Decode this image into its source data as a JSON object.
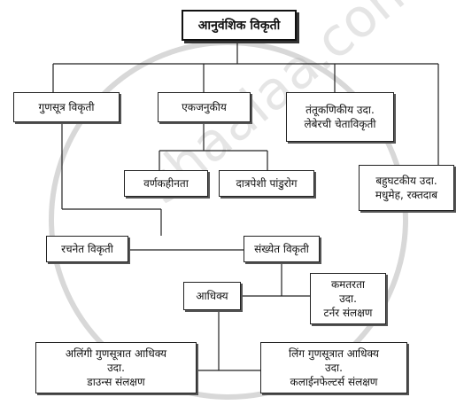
{
  "diagram": {
    "root": "आनुवंशिक विकृती",
    "level1": {
      "chromosomal": "गुणसूत्र विकृती",
      "monogenic": "एकजनुकीय",
      "mitochondrial": "तंतूकणिकीय उदा.\nलेबेरची चेताविकृती",
      "polygenic": "बहुघटकीय उदा.\nमधुमेह, रक्तदाब"
    },
    "monogenic_children": {
      "albinism": "वर्णकहीनता",
      "sickle_cell": "दात्रपेशी पांडुरोग"
    },
    "chromosomal_children": {
      "structural": "रचनेत विकृती",
      "numerical": "संख्येत विकृती"
    },
    "numerical_children": {
      "excess": "आधिक्य",
      "deficit": "कमतरता\nउदा.\nटर्नर संलक्षण"
    },
    "excess_children": {
      "autosomal": "अलिंगी गुणसूत्रात आधिक्य\nउदा.\nडाउन्स संलक्षण",
      "sex_chromosome": "लिंग गुणसूत्रात आधिक्य\nउदा.\nकलाईनफेल्टर्स संलक्षण"
    }
  },
  "watermark": {
    "text": "shaalaa.com"
  }
}
